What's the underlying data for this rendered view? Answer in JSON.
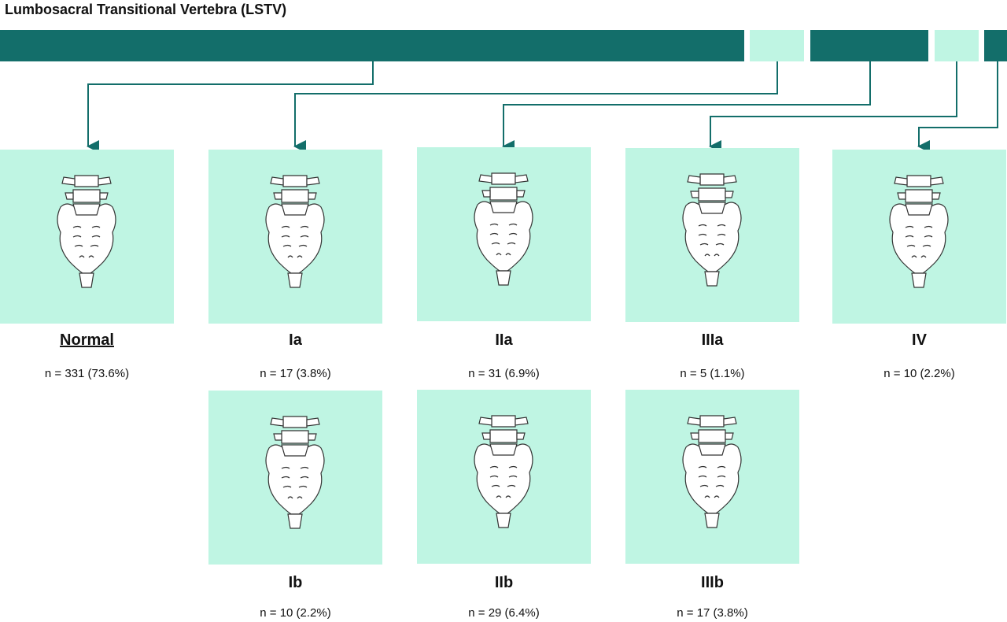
{
  "title": "Lumbosacral Transitional Vertebra (LSTV)",
  "colors": {
    "dark": "#136e6a",
    "light": "#bff5e3"
  },
  "bar_segments": [
    {
      "type": "Normal",
      "percent": 73.6,
      "tone": "dark"
    },
    {
      "type": "I",
      "percent": 6.0,
      "tone": "light"
    },
    {
      "type": "II",
      "percent": 13.3,
      "tone": "dark"
    },
    {
      "type": "III",
      "percent": 4.9,
      "tone": "light"
    },
    {
      "type": "IV",
      "percent": 2.2,
      "tone": "dark"
    }
  ],
  "categories": [
    {
      "label": "Normal",
      "count": "n = 331 (73.6%)"
    },
    {
      "label": "Ia",
      "count": "n = 17 (3.8%)"
    },
    {
      "label": "IIa",
      "count": "n = 31 (6.9%)"
    },
    {
      "label": "IIIa",
      "count": "n = 5 (1.1%)"
    },
    {
      "label": "IV",
      "count": "n = 10 (2.2%)"
    },
    {
      "label": "Ib",
      "count": "n = 10 (2.2%)"
    },
    {
      "label": "IIb",
      "count": "n = 29 (6.4%)"
    },
    {
      "label": "IIIb",
      "count": "n = 17 (3.8%)"
    }
  ]
}
